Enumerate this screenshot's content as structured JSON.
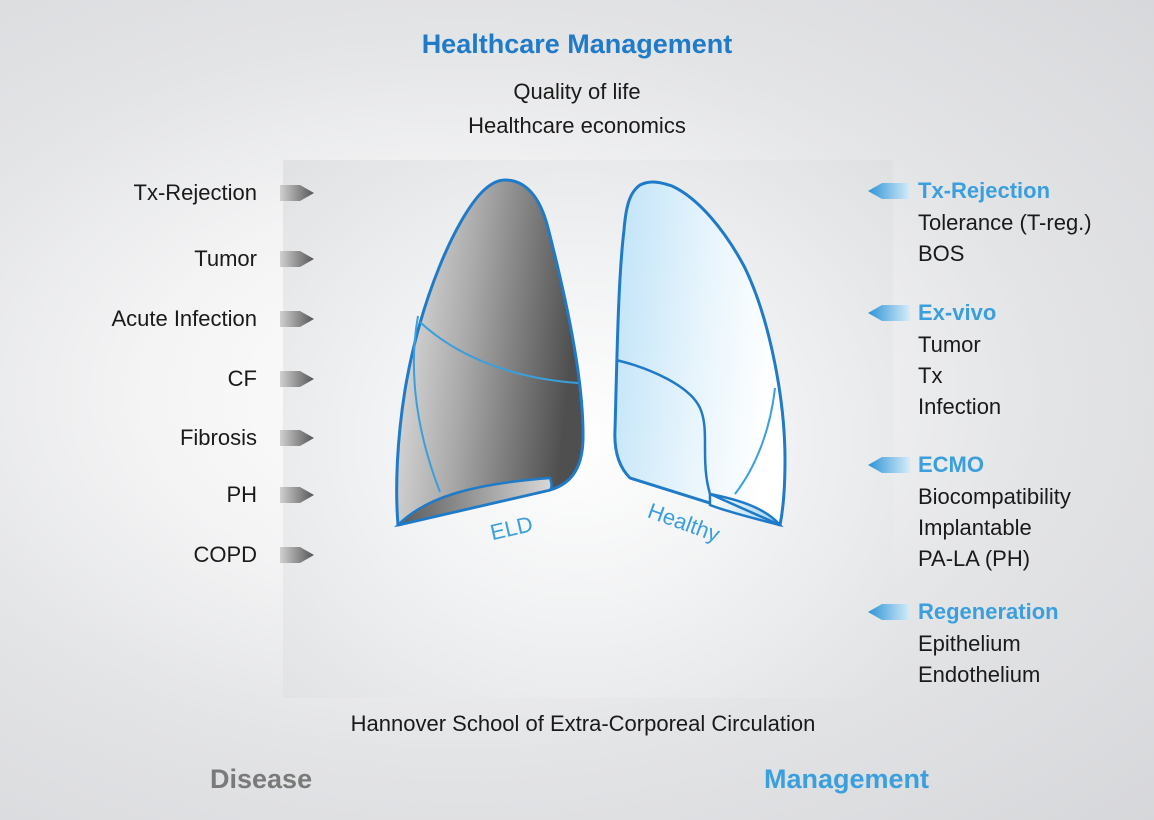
{
  "header": {
    "title": "Healthcare Management",
    "lines": [
      "Quality of life",
      "Healthcare economics"
    ]
  },
  "diseases": [
    "Tx-Rejection",
    "Tumor",
    "Acute Infection",
    "CF",
    "Fibrosis",
    "PH",
    "COPD"
  ],
  "management": [
    {
      "heading": "Tx-Rejection",
      "items": [
        "Tolerance (T-reg.)",
        "BOS"
      ]
    },
    {
      "heading": "Ex-vivo",
      "items": [
        "Tumor",
        "Tx",
        "Infection"
      ]
    },
    {
      "heading": "ECMO",
      "items": [
        "Biocompatibility",
        "Implantable",
        "PA-LA (PH)"
      ]
    },
    {
      "heading": "Regeneration",
      "items": [
        "Epithelium",
        "Endothelium"
      ]
    }
  ],
  "lungs": {
    "left_label": "ELD",
    "right_label": "Healthy"
  },
  "footer": "Hannover School of Extra-Corporeal Circulation",
  "bottom": {
    "left": "Disease",
    "right": "Management"
  },
  "colors": {
    "accent_dark": "#1f7ac8",
    "accent_light": "#3a9fdc",
    "gray": "#7a7a7a"
  }
}
